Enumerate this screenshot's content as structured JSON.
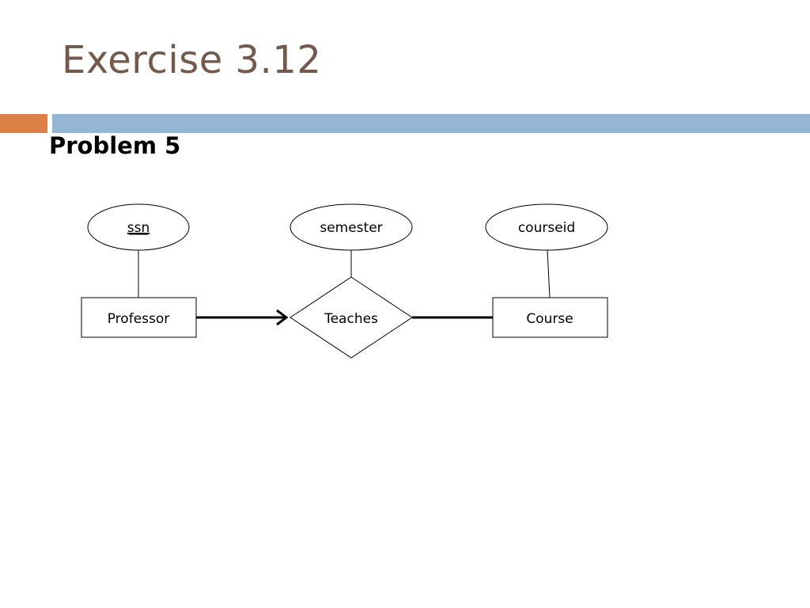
{
  "slide": {
    "title": "Exercise 3.12",
    "subtitle": "Problem 5"
  },
  "er_diagram": {
    "entities": [
      {
        "id": "professor",
        "label": "Professor"
      },
      {
        "id": "course",
        "label": "Course"
      }
    ],
    "relationships": [
      {
        "id": "teaches",
        "label": "Teaches"
      }
    ],
    "attributes": [
      {
        "id": "ssn",
        "label": "ssn",
        "owner": "professor",
        "key": true
      },
      {
        "id": "semester",
        "label": "semester",
        "owner": "teaches",
        "key": false
      },
      {
        "id": "courseid",
        "label": "courseid",
        "owner": "course",
        "key": false
      }
    ],
    "connections": [
      {
        "from": "professor",
        "to": "teaches",
        "style": "bold-arrow"
      },
      {
        "from": "teaches",
        "to": "course",
        "style": "bold-line"
      }
    ]
  },
  "colors": {
    "title": "#74594c",
    "accent_orange": "#dd8047",
    "accent_blue": "#94b6d2"
  }
}
